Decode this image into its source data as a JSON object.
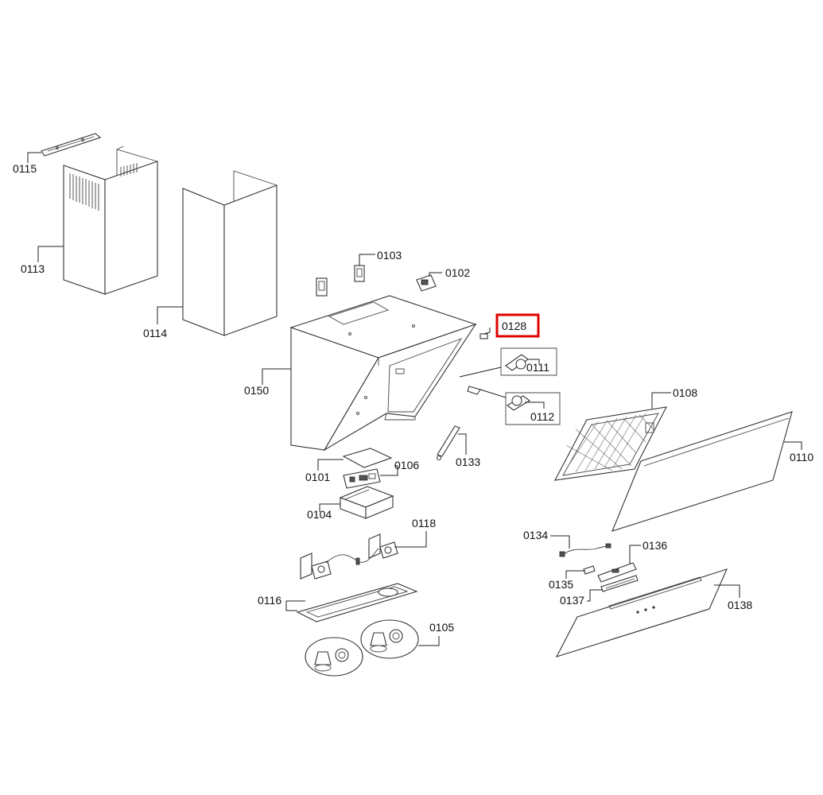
{
  "diagram": {
    "highlighted_part": "0128",
    "highlight_color": "#e00000",
    "parts": {
      "p0101": "0101",
      "p0102": "0102",
      "p0103": "0103",
      "p0104": "0104",
      "p0105": "0105",
      "p0106": "0106",
      "p0108": "0108",
      "p0110": "0110",
      "p0111": "0111",
      "p0112": "0112",
      "p0113": "0113",
      "p0114": "0114",
      "p0115": "0115",
      "p0116": "0116",
      "p0118": "0118",
      "p0128": "0128",
      "p0133": "0133",
      "p0134": "0134",
      "p0135": "0135",
      "p0136": "0136",
      "p0137": "0137",
      "p0138": "0138",
      "p0150": "0150"
    }
  }
}
